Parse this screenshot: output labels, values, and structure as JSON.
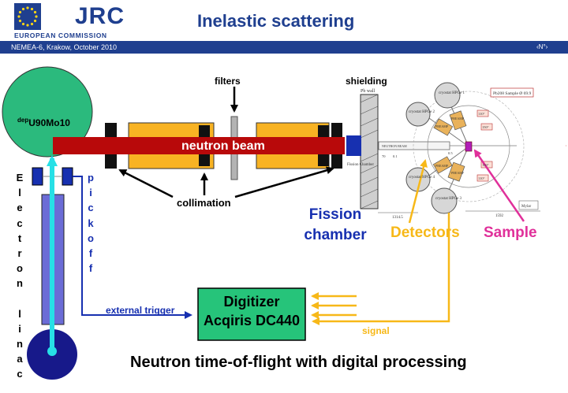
{
  "header": {
    "logo_text": "JRC",
    "logo_subtext": "EUROPEAN COMMISSION",
    "title": "Inelastic scattering",
    "conference": "NEMEA-6, Krakow, October 2010",
    "page_number": "‹N°›"
  },
  "diagram": {
    "target_prefix": "dep",
    "target_name": "U90Mo10",
    "filters": "filters",
    "shielding": "shielding",
    "neutron_beam": "neutron beam",
    "collimation": "collimation",
    "fission_chamber": "Fission chamber",
    "detectors": "Detectors",
    "sample": "Sample",
    "digitizer_line1": "Digitizer",
    "digitizer_line2": "Acqiris DC440",
    "external_trigger": "external trigger",
    "signal": "signal",
    "linac_letters": [
      "E",
      "l",
      "e",
      "c",
      "t",
      "r",
      "o",
      "n",
      "",
      "l",
      "i",
      "n",
      "a",
      "c"
    ],
    "pickoff_letters": [
      "p",
      "i",
      "c",
      "k",
      "o",
      "f",
      "f"
    ],
    "caption": "Neutron time-of-flight with digital processing"
  },
  "technical_drawing": {
    "pb_wall": "Pb wall",
    "sample_label": "Pb208 Sample Ø 69.9",
    "fission_chamber_small": "Fission Chamber",
    "detectors": [
      {
        "name": "cryostat HPGe 1"
      },
      {
        "name": "cryostat HPGe 2"
      },
      {
        "name": "cryostat HPGe 4"
      },
      {
        "name": "cryostat HPGe 3"
      }
    ],
    "preamps": [
      "PREAMP",
      "PREAMP",
      "PREAMP",
      "PREAMP"
    ],
    "angles": [
      "110°",
      "150°",
      "150°",
      "110°"
    ],
    "mylar": "Mylar",
    "dimensions": [
      "1314.5",
      "1592"
    ],
    "small_values": [
      "70",
      "0.1",
      "0.5"
    ],
    "beam_tube_label": "NEUTRON BEAM"
  },
  "colors": {
    "header_blue": "#1f3f8f",
    "target_green": "#2bba7d",
    "beam_red": "#b8090a",
    "collimator_orange": "#f8b323",
    "digitizer_green": "#26c47a",
    "fission_blue": "#1730b0",
    "trigger_cyan": "#27e0e6",
    "detector_yellow": "#f7b818",
    "sample_magenta": "#e0309a"
  }
}
